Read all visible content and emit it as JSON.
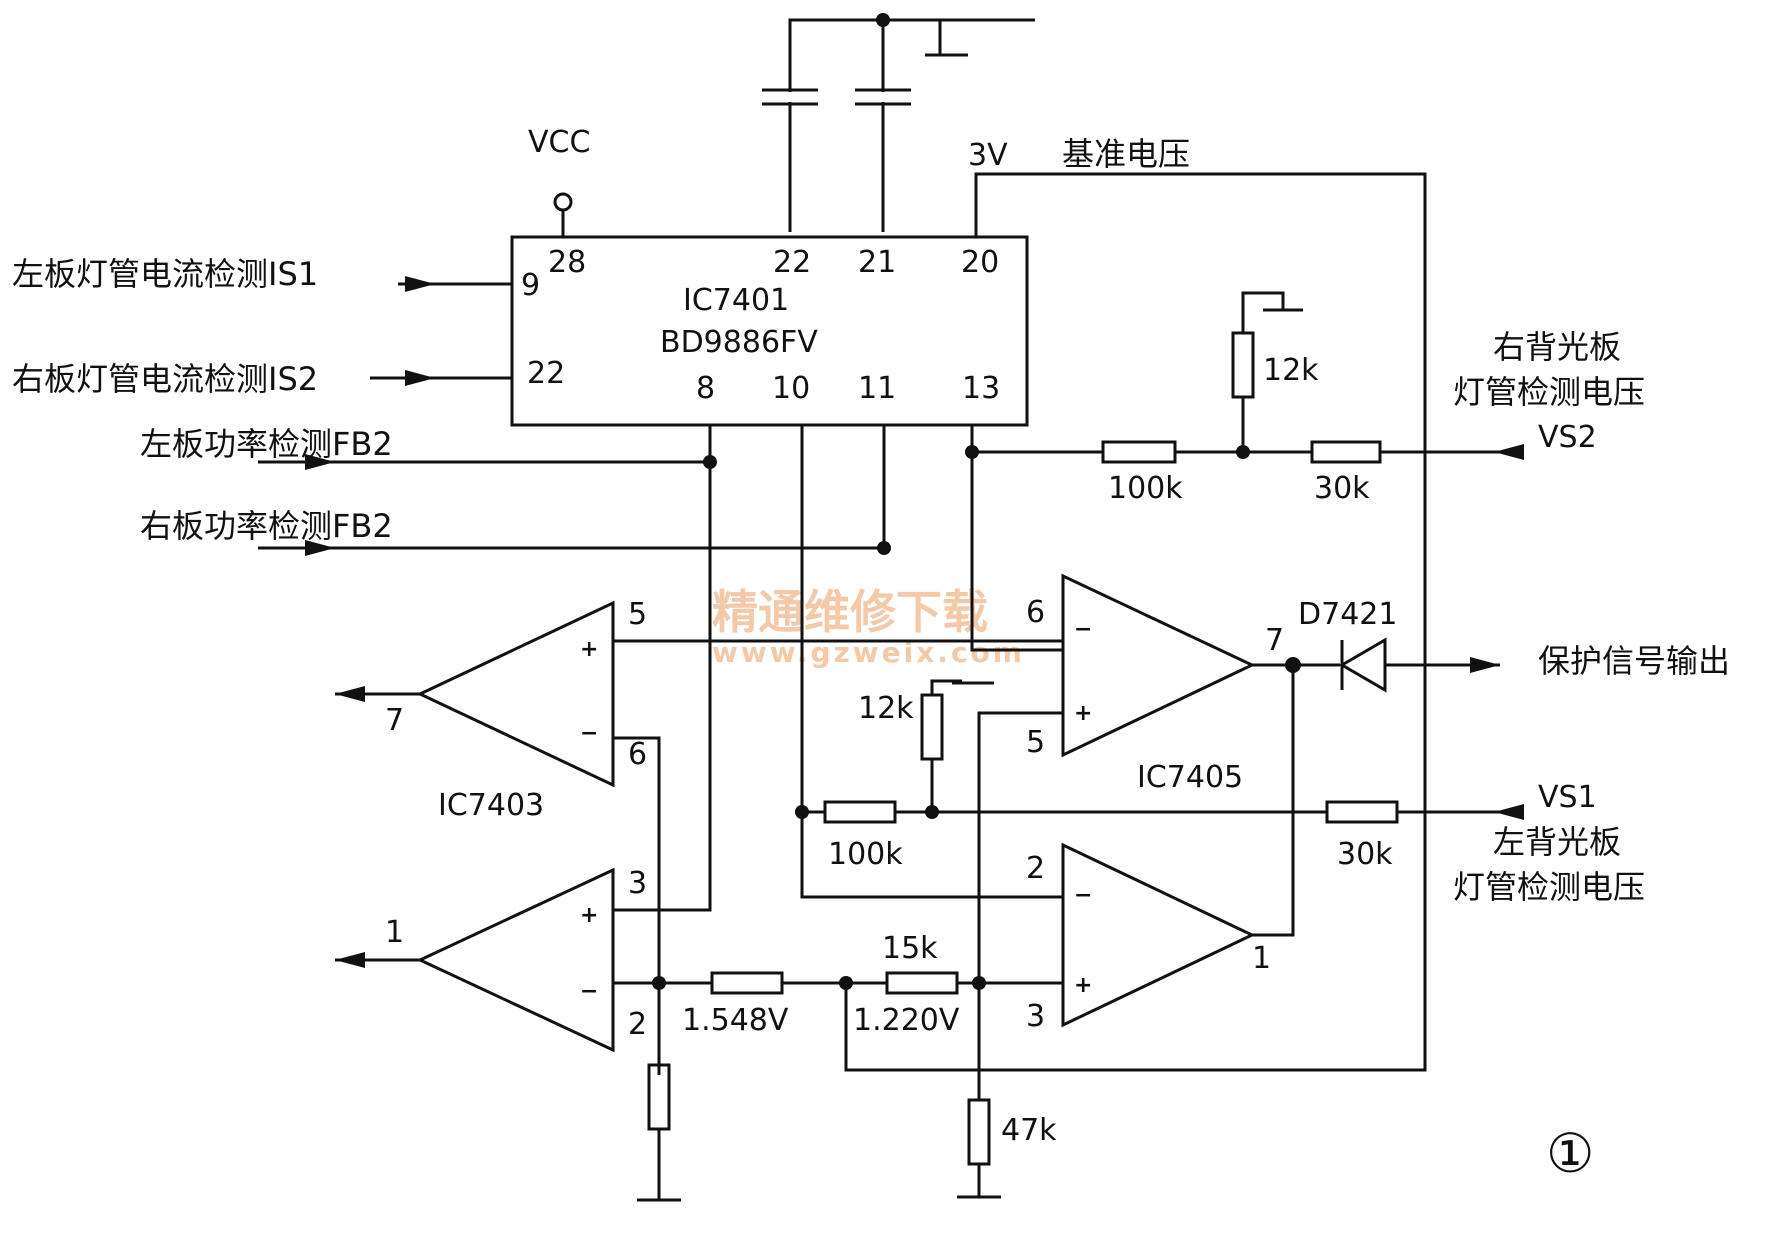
{
  "power": {
    "vcc": "VCC",
    "ref_voltage": "3V",
    "ref_label": "基准电压"
  },
  "inputs": {
    "is1": "左板灯管电流检测IS1",
    "is2": "右板灯管电流检测IS2",
    "fb_left": "左板功率检测FB2",
    "fb_right": "右板功率检测FB2"
  },
  "ic7401": {
    "ref": "IC7401",
    "part": "BD9886FV",
    "pins": {
      "p9": "9",
      "p28": "28",
      "p22a": "22",
      "p21": "21",
      "p20": "20",
      "p22b": "22",
      "p8": "8",
      "p10": "10",
      "p11": "11",
      "p13": "13"
    }
  },
  "ic7403": {
    "ref": "IC7403",
    "pins": {
      "p5": "5",
      "p6": "6",
      "p7": "7",
      "p3": "3",
      "p2": "2",
      "p1": "1"
    }
  },
  "ic7405": {
    "ref": "IC7405",
    "pins": {
      "p6": "6",
      "p5": "5",
      "p7": "7",
      "p2": "2",
      "p3": "3",
      "p1": "1"
    }
  },
  "resistors": {
    "r12k_top": "12k",
    "r100k_top": "100k",
    "r30k_top": "30k",
    "r12k_mid": "12k",
    "r100k_bot": "100k",
    "r30k_bot": "30k",
    "r15k": "15k",
    "r47k": "47k"
  },
  "voltages": {
    "v1548": "1.548V",
    "v1220": "1.220V"
  },
  "diode": "D7421",
  "outputs": {
    "protect": "保护信号输出",
    "vs2": "VS2",
    "vs2_label_1": "右背光板",
    "vs2_label_2": "灯管检测电压",
    "vs1": "VS1",
    "vs1_label_1": "左背光板",
    "vs1_label_2": "灯管检测电压"
  },
  "op_symbols": {
    "plus": "+",
    "minus": "−"
  },
  "figure_number": "①",
  "watermark": {
    "text": "精通维修下载",
    "url": "www.gzweix.com"
  }
}
